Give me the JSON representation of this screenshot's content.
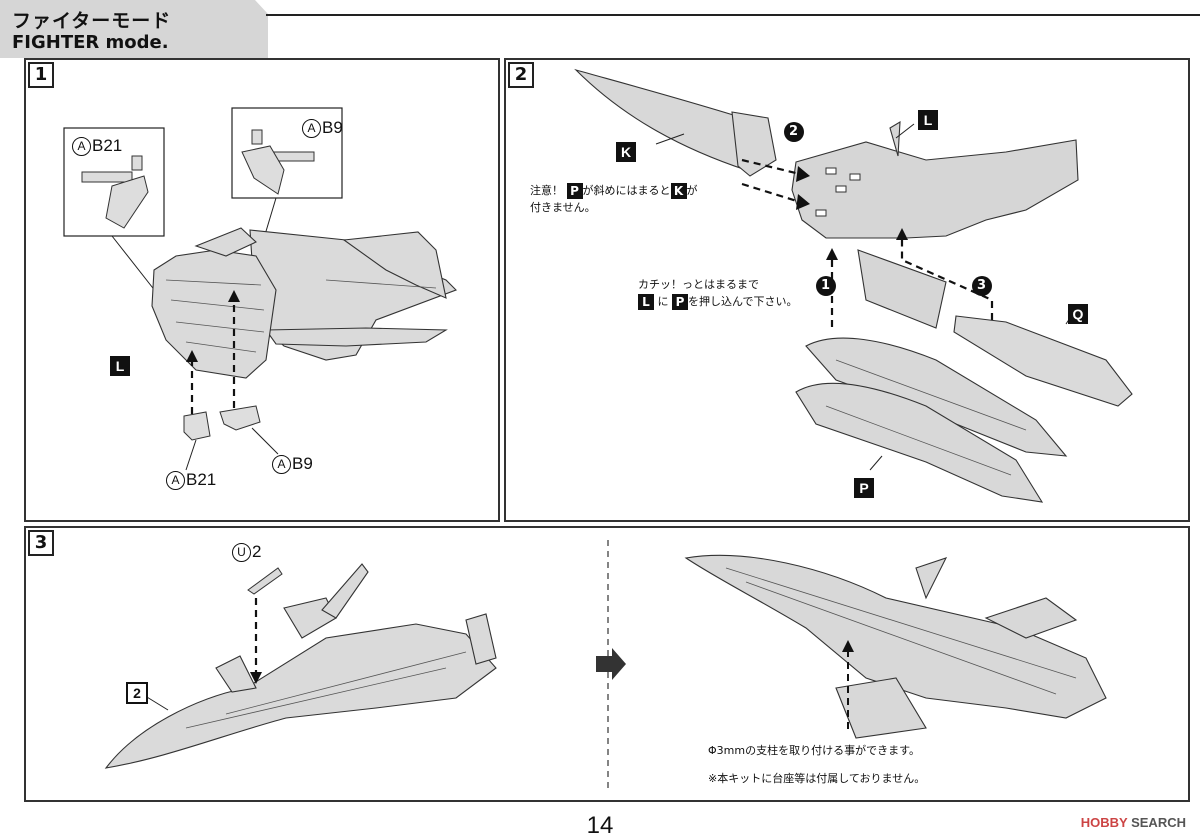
{
  "header": {
    "title_jp": "ファイターモード",
    "title_en": "FIGHTER mode."
  },
  "steps": {
    "s1": {
      "number": "1",
      "part_top_left": {
        "runner": "A",
        "code": "B21"
      },
      "part_top_right": {
        "runner": "A",
        "code": "B9"
      },
      "part_bottom_left": {
        "runner": "A",
        "code": "B21"
      },
      "part_bottom_right": {
        "runner": "A",
        "code": "B9"
      },
      "tag_l": "L"
    },
    "s2": {
      "number": "2",
      "tag_k": "K",
      "tag_l": "L",
      "tag_q": "Q",
      "tag_p": "P",
      "seq_2": "2",
      "seq_1": "1",
      "seq_3": "3",
      "caution": {
        "a": "注意！",
        "p": "P",
        "b": "が斜めにはまると",
        "k": "K",
        "c": "が",
        "d": "付きません。"
      },
      "press": {
        "a": "カチッ！っとはまるまで",
        "l": "L",
        "b": "に",
        "p": "P",
        "c": "を押し込んで下さい。"
      }
    },
    "s3": {
      "number": "3",
      "part_label": {
        "runner": "U",
        "code": "2"
      },
      "tag_2": "2",
      "note1": "Φ3mmの支柱を取り付ける事ができます。",
      "note2": "※本キットに台座等は付属しておりません。"
    }
  },
  "page_number": "14",
  "watermark": {
    "hobby": "HOBBY",
    "search": "SEARCH"
  }
}
